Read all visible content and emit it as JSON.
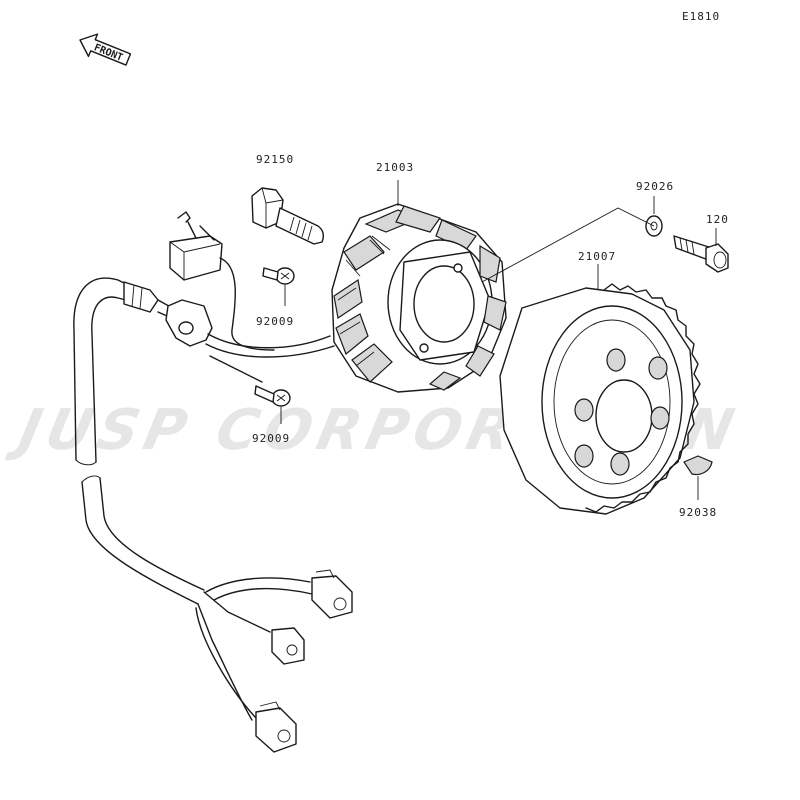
{
  "diagram_code": "E1810",
  "front_marker": "FRONT",
  "watermark": "JUSP CORPORATION",
  "parts": [
    {
      "id": "stator-bolt",
      "number": "92150"
    },
    {
      "id": "stator",
      "number": "21003"
    },
    {
      "id": "washer",
      "number": "92026"
    },
    {
      "id": "flywheel-bolt",
      "number": "120"
    },
    {
      "id": "flywheel-rotor",
      "number": "21007"
    },
    {
      "id": "screw-upper",
      "number": "92009"
    },
    {
      "id": "screw-lower",
      "number": "92009"
    },
    {
      "id": "woodruff-key",
      "number": "92038"
    }
  ]
}
